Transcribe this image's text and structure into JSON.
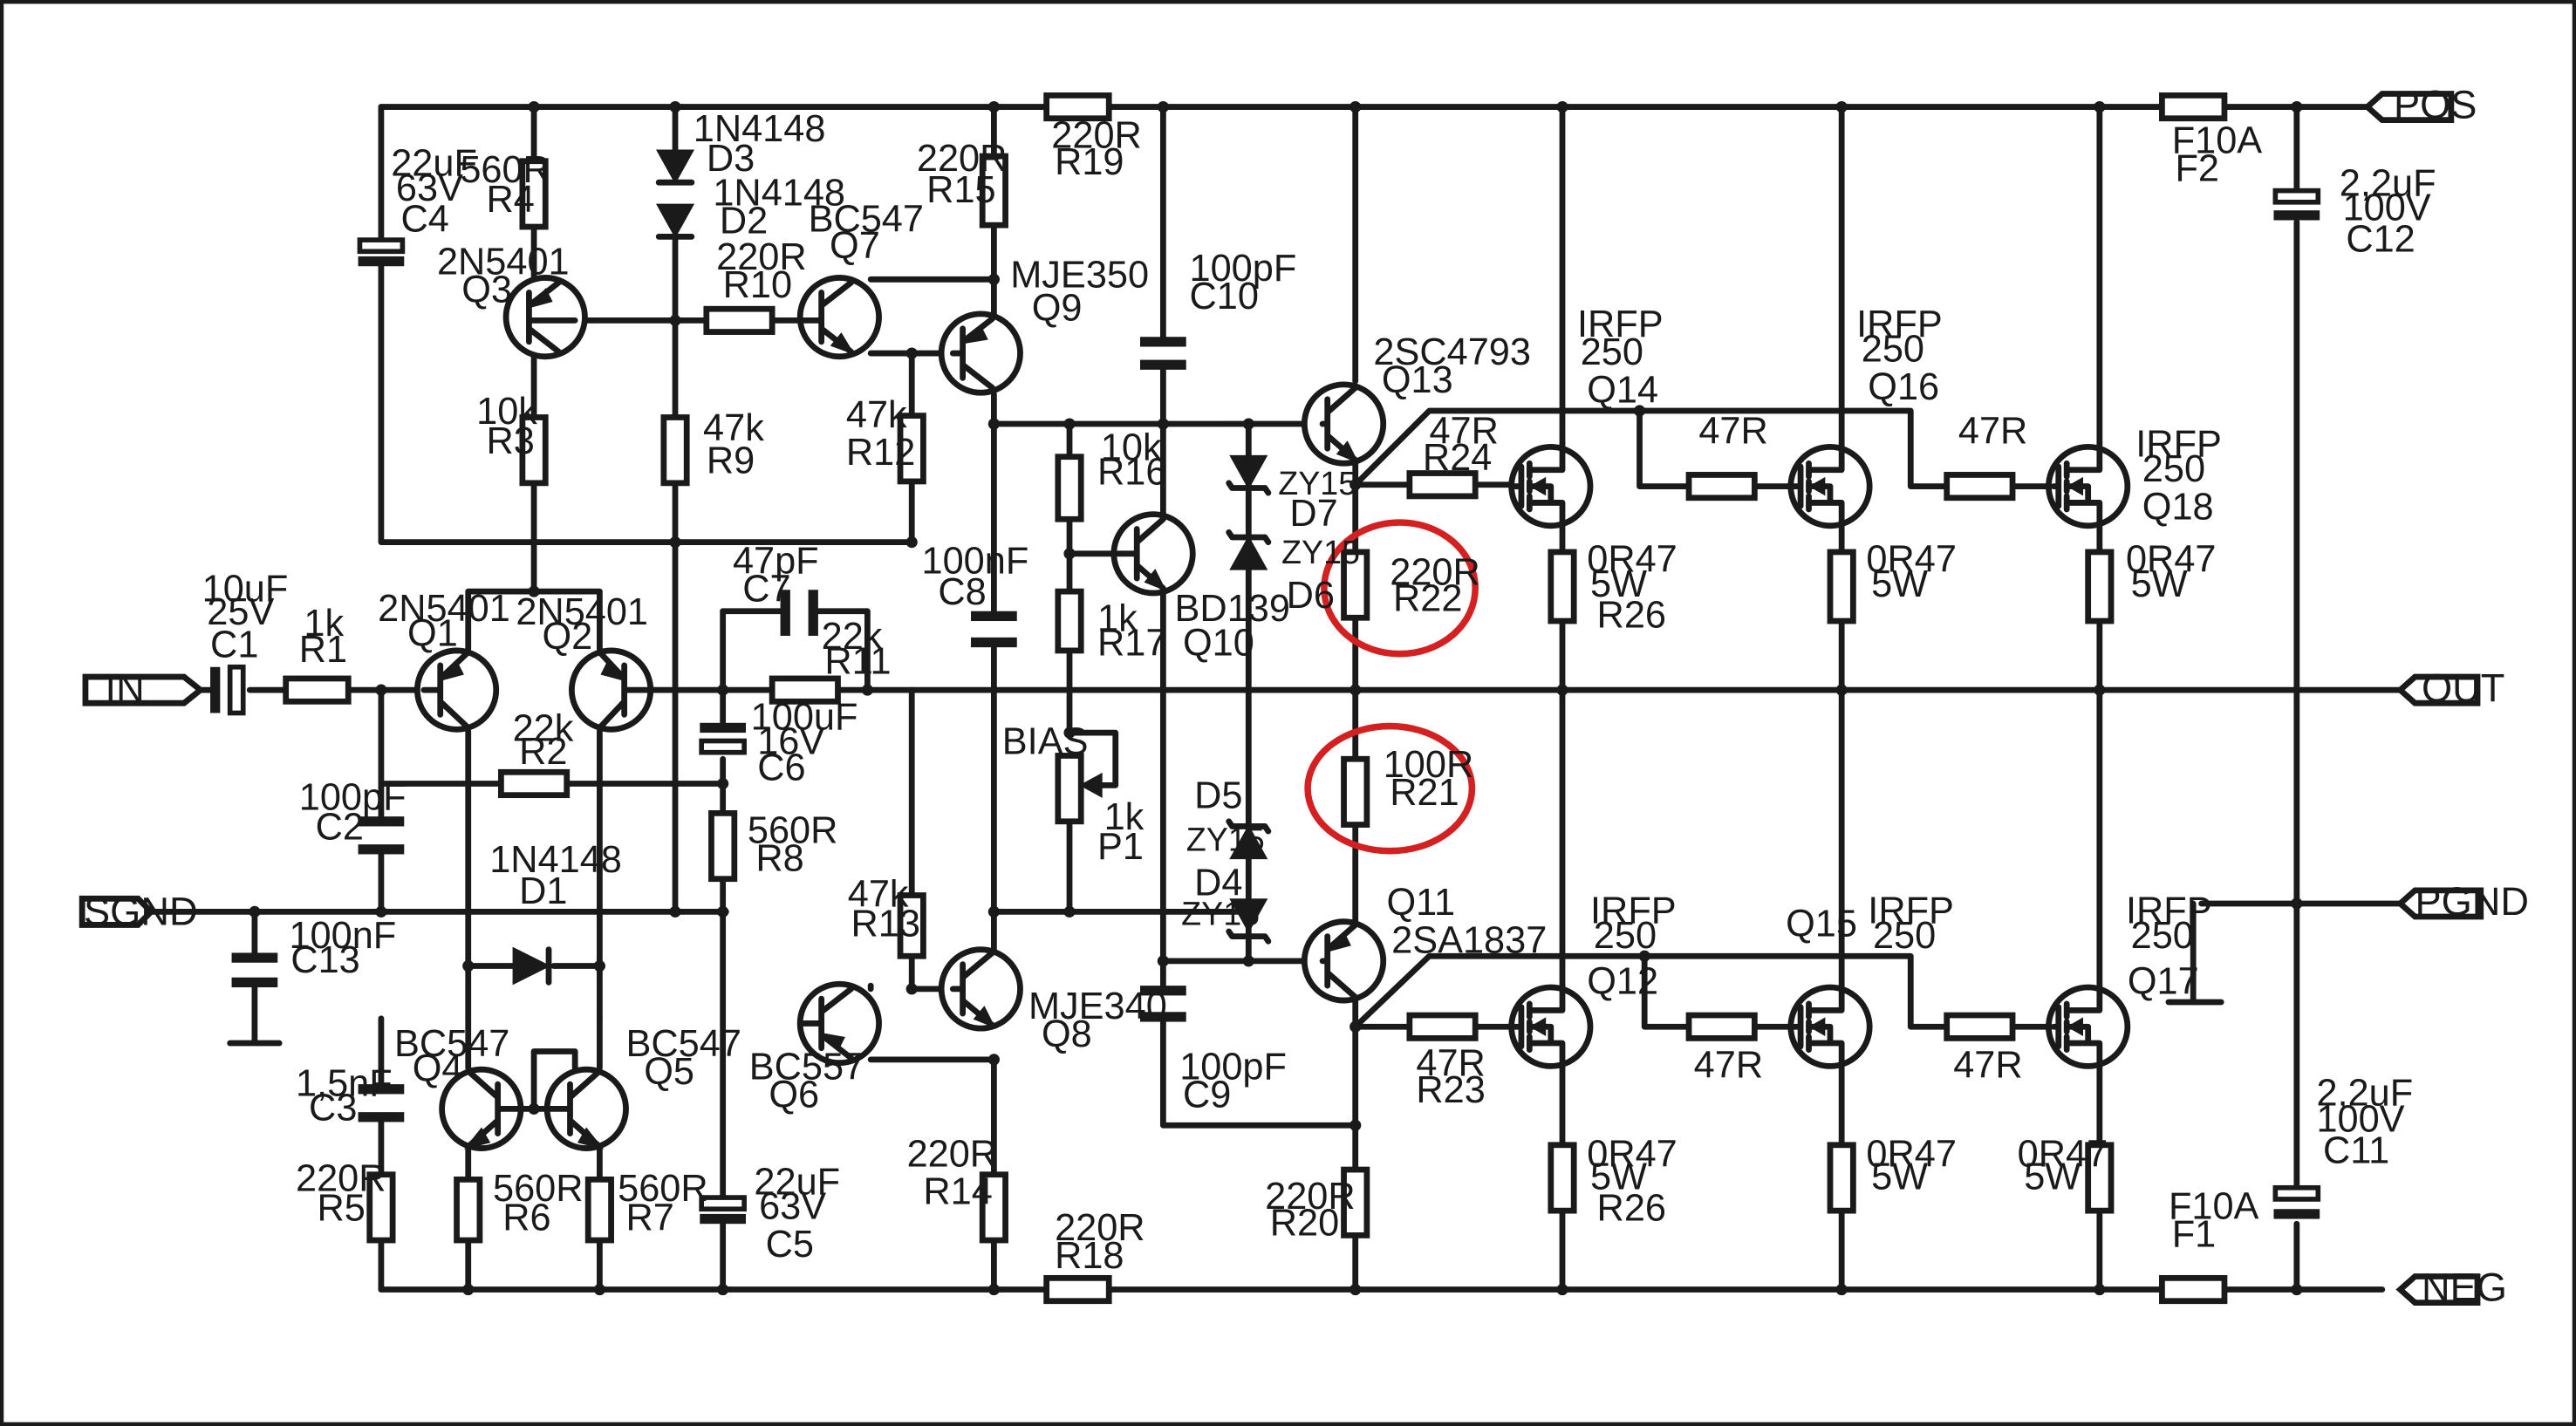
{
  "ports": {
    "in": "IN",
    "sgnd": "SGND",
    "pos": "POS",
    "out": "OUT",
    "pgnd": "PGND",
    "neg": "NEG"
  },
  "resistors": [
    {
      "ref": "R1",
      "value": "1k"
    },
    {
      "ref": "R2",
      "value": "22k"
    },
    {
      "ref": "R3",
      "value": "10k"
    },
    {
      "ref": "R4",
      "value": "560R"
    },
    {
      "ref": "R5",
      "value": "220R"
    },
    {
      "ref": "R6",
      "value": "560R"
    },
    {
      "ref": "R7",
      "value": "560R"
    },
    {
      "ref": "R8",
      "value": "560R"
    },
    {
      "ref": "R9",
      "value": "47k"
    },
    {
      "ref": "R10",
      "value": "220R"
    },
    {
      "ref": "R11",
      "value": "22k"
    },
    {
      "ref": "R12",
      "value": "47k"
    },
    {
      "ref": "R13",
      "value": "47k"
    },
    {
      "ref": "R14",
      "value": "220R"
    },
    {
      "ref": "R15",
      "value": "220R"
    },
    {
      "ref": "R16",
      "value": "10k"
    },
    {
      "ref": "R17",
      "value": "1k"
    },
    {
      "ref": "R18",
      "value": "220R"
    },
    {
      "ref": "R19",
      "value": "220R"
    },
    {
      "ref": "R20",
      "value": "220R"
    },
    {
      "ref": "R21",
      "value": "100R"
    },
    {
      "ref": "R22",
      "value": "220R"
    },
    {
      "ref": "R23",
      "value": "47R"
    },
    {
      "ref": "R24",
      "value": "47R"
    },
    {
      "ref": "R26",
      "value": "0R47",
      "value2": "5W"
    },
    {
      "ref": "R26",
      "value": "0R47",
      "value2": "5W"
    }
  ],
  "unnamed_parts": {
    "g47r": "47R",
    "emitter_r": "0R47",
    "watt": "5W"
  },
  "capacitors": [
    {
      "ref": "C1",
      "value": "10uF",
      "voltage": "25V"
    },
    {
      "ref": "C2",
      "value": "100pF"
    },
    {
      "ref": "C3",
      "value": "1,5nF"
    },
    {
      "ref": "C4",
      "value": "22uF",
      "voltage": "63V"
    },
    {
      "ref": "C5",
      "value": "22uF",
      "voltage": "63V"
    },
    {
      "ref": "C6",
      "value": "100uF",
      "voltage": "16V"
    },
    {
      "ref": "C7",
      "value": "47pF"
    },
    {
      "ref": "C8",
      "value": "100nF"
    },
    {
      "ref": "C9",
      "value": "100pF"
    },
    {
      "ref": "C10",
      "value": "100pF"
    },
    {
      "ref": "C11",
      "value": "2,2uF",
      "voltage": "100V"
    },
    {
      "ref": "C12",
      "value": "2,2uF",
      "voltage": "100V"
    },
    {
      "ref": "C13",
      "value": "100nF"
    }
  ],
  "transistors": [
    {
      "ref": "Q1",
      "part": "2N5401"
    },
    {
      "ref": "Q2",
      "part": "2N5401"
    },
    {
      "ref": "Q3",
      "part": "2N5401"
    },
    {
      "ref": "Q4",
      "part": "BC547"
    },
    {
      "ref": "Q5",
      "part": "BC547"
    },
    {
      "ref": "Q6",
      "part": "BC557"
    },
    {
      "ref": "Q7",
      "part": "BC547"
    },
    {
      "ref": "Q8",
      "part": "MJE340"
    },
    {
      "ref": "Q9",
      "part": "MJE350"
    },
    {
      "ref": "Q10",
      "part": "BD139"
    },
    {
      "ref": "Q11",
      "part": "2SA1837"
    },
    {
      "ref": "Q13",
      "part": "2SC4793"
    }
  ],
  "mosfets": [
    {
      "ref": "Q12",
      "part1": "IRFP",
      "part2": "250"
    },
    {
      "ref": "Q14",
      "part1": "IRFP",
      "part2": "250"
    },
    {
      "ref": "Q15",
      "part1": "IRFP",
      "part2": "250"
    },
    {
      "ref": "Q16",
      "part1": "IRFP",
      "part2": "250"
    },
    {
      "ref": "Q17",
      "part1": "IRFP",
      "part2": "250"
    },
    {
      "ref": "Q18",
      "part1": "IRFP",
      "part2": "250"
    }
  ],
  "diodes": [
    {
      "ref": "D1",
      "part": "1N4148"
    },
    {
      "ref": "D2",
      "part": "1N4148"
    },
    {
      "ref": "D3",
      "part": "1N4148"
    },
    {
      "ref": "D4",
      "part": "ZY15"
    },
    {
      "ref": "D5",
      "part": "ZY15"
    },
    {
      "ref": "D6",
      "part": "ZY15"
    },
    {
      "ref": "D7",
      "part": "ZY15"
    }
  ],
  "fuses": [
    {
      "ref": "F1",
      "value": "F10A"
    },
    {
      "ref": "F2",
      "value": "F10A"
    }
  ],
  "pot": {
    "ref": "P1",
    "value": "1k",
    "label": "BIAS"
  },
  "colors": {
    "ink": "#1a1a1a",
    "highlight": "#d42020",
    "background": "#ffffff"
  }
}
